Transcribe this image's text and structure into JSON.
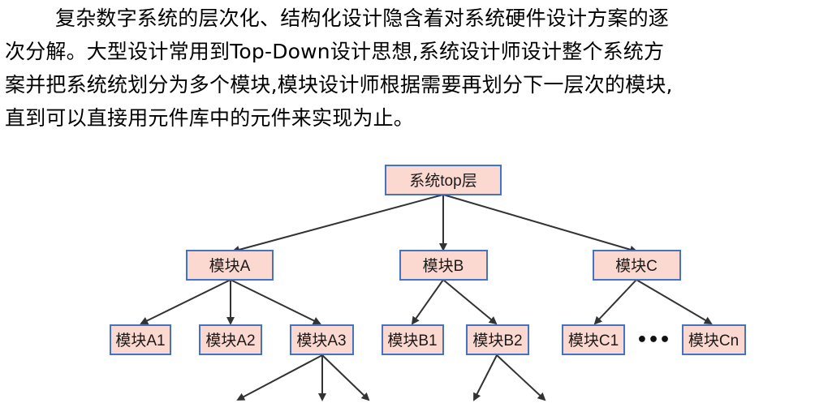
{
  "paragraph": {
    "lines": [
      "复杂数字系统的层次化、结构化设计隐含着对系统硬件设计方案的逐",
      "次分解。大型设计常用到Top-Down设计思想,系统设计师设计整个系统方",
      "案并把系统统划分为多个模块,模块设计师根据需要再划分下一层次的模块,",
      "直到可以直接用元件库中的元件来实现为止。"
    ]
  },
  "diagram": {
    "colors": {
      "box_fill": "#fbd9d0",
      "box_stroke": "#4472c4",
      "arrow": "#333333"
    },
    "nodes": {
      "top": "系统top层",
      "a": "模块A",
      "b": "模块B",
      "c": "模块C",
      "a1": "模块A1",
      "a2": "模块A2",
      "a3": "模块A3",
      "b1": "模块B1",
      "b2": "模块B2",
      "c1": "模块C1",
      "cn": "模块Cn"
    },
    "ellipsis": "•••"
  }
}
